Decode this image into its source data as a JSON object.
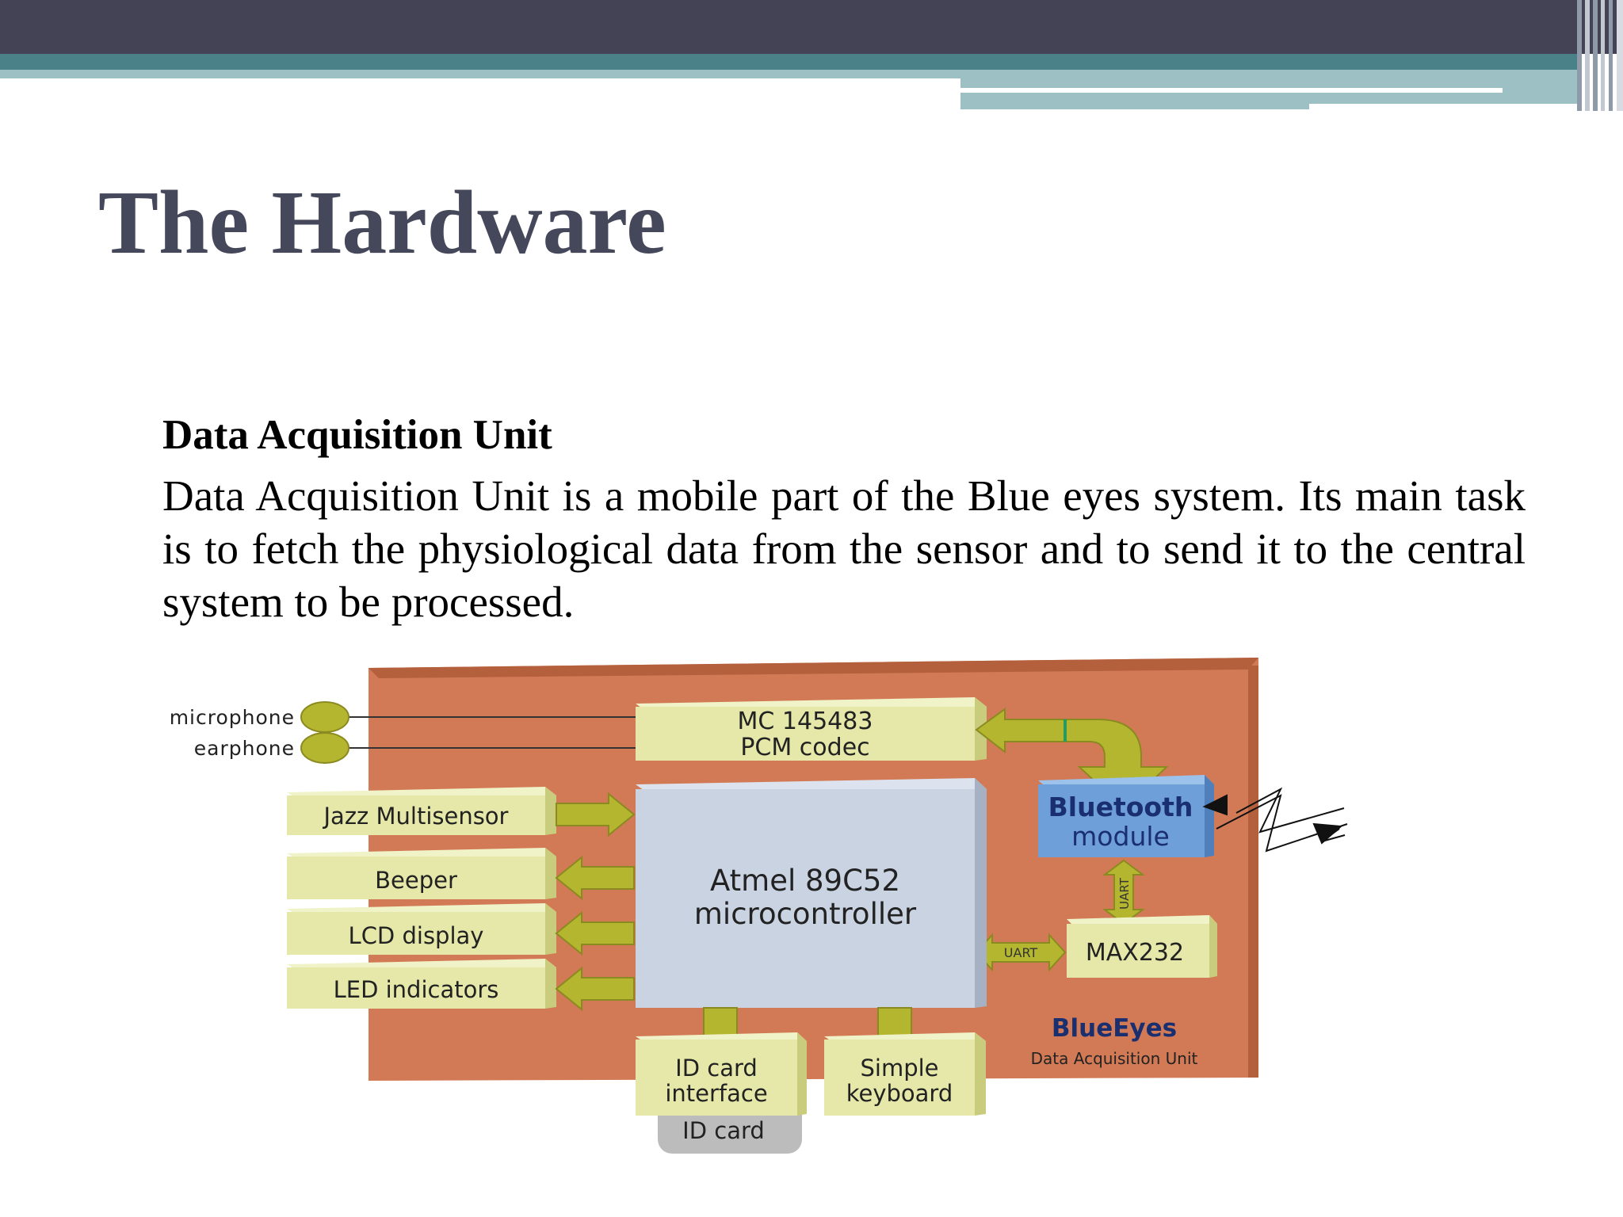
{
  "slide": {
    "title": "The Hardware",
    "section_heading": "Data Acquisition Unit",
    "body": "Data Acquisition Unit is a mobile part of the Blue eyes system. Its main task is to fetch the physiological data from the sensor and to send it to the central system to be processed."
  },
  "diagram": {
    "io_labels": {
      "microphone": "microphone",
      "earphone": "earphone"
    },
    "codec": {
      "line1": "MC 145483",
      "line2": "PCM codec"
    },
    "mcu": {
      "line1": "Atmel 89C52",
      "line2": "microcontroller"
    },
    "bluetooth": {
      "line1": "Bluetooth",
      "line2": "module"
    },
    "max232": "MAX232",
    "uart_vertical": "UART",
    "uart_horizontal": "UART",
    "peripherals": [
      "Jazz Multisensor",
      "Beeper",
      "LCD display",
      "LED indicators"
    ],
    "id_card_interface": {
      "line1": "ID card",
      "line2": "interface"
    },
    "keyboard": {
      "line1": "Simple",
      "line2": "keyboard"
    },
    "id_card": "ID card",
    "brand": "BlueEyes",
    "brand_sub": "Data Acquisition Unit"
  },
  "colors": {
    "title": "#45475a",
    "header_dark": "#434355",
    "header_teal": "#4a8088",
    "header_light": "#9cc0c4",
    "board": "#d27a55",
    "block_yellow": "#e5e8a8",
    "arrow_olive": "#b5b630",
    "mcu_blue": "#c9d3e2",
    "bluetooth_blue": "#6f9fd8",
    "id_card_gray": "#bcbcbc"
  }
}
